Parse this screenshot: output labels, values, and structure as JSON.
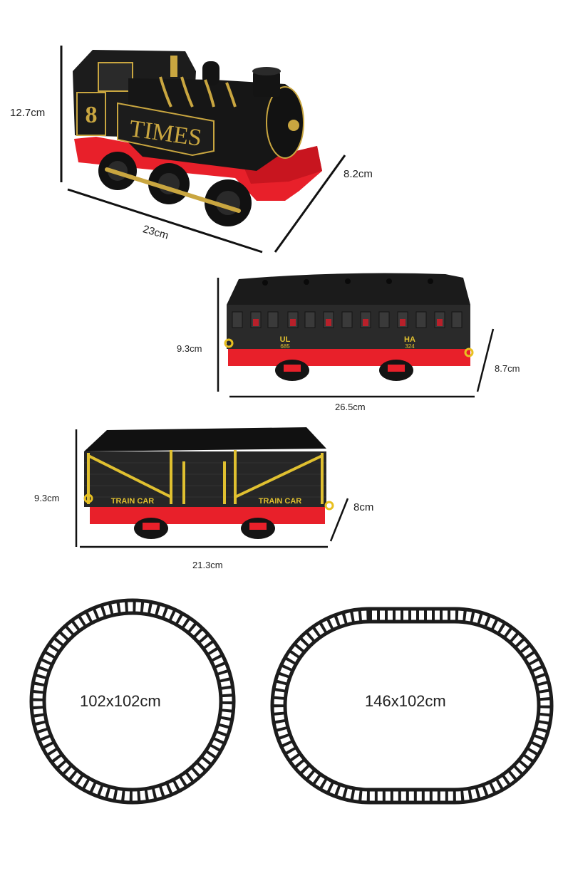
{
  "locomotive": {
    "number": "8",
    "name": "TIMES",
    "height": "12.7cm",
    "width": "8.2cm",
    "length": "23cm"
  },
  "coach": {
    "left_marking_top": "UL",
    "left_marking_bottom": "685",
    "right_marking_top": "HA",
    "right_marking_bottom": "324",
    "height": "9.3cm",
    "width": "8.7cm",
    "length": "26.5cm"
  },
  "wagon": {
    "left_label": "TRAIN CAR",
    "right_label": "TRAIN CAR",
    "height": "9.3cm",
    "width": "8cm",
    "length": "21.3cm"
  },
  "tracks": {
    "circle_size": "102x102cm",
    "oval_size": "146x102cm"
  },
  "colors": {
    "body_black": "#1c1c1c",
    "base_red": "#e8202a",
    "trim_gold": "#c9a640"
  }
}
